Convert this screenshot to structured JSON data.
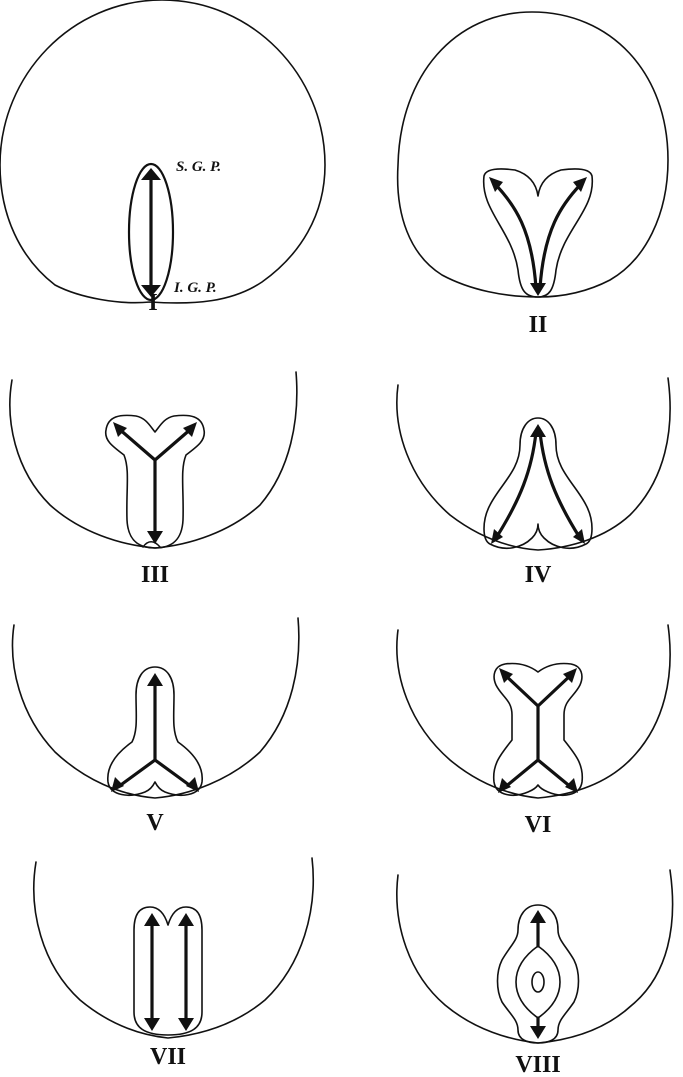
{
  "figure_labels": {
    "I": "I",
    "II": "II",
    "III": "III",
    "IV": "IV",
    "V": "V",
    "VI": "VI",
    "VII": "VII",
    "VIII": "VIII"
  },
  "annotations": {
    "superior": "S. G. P.",
    "inferior": "I. G. P."
  }
}
